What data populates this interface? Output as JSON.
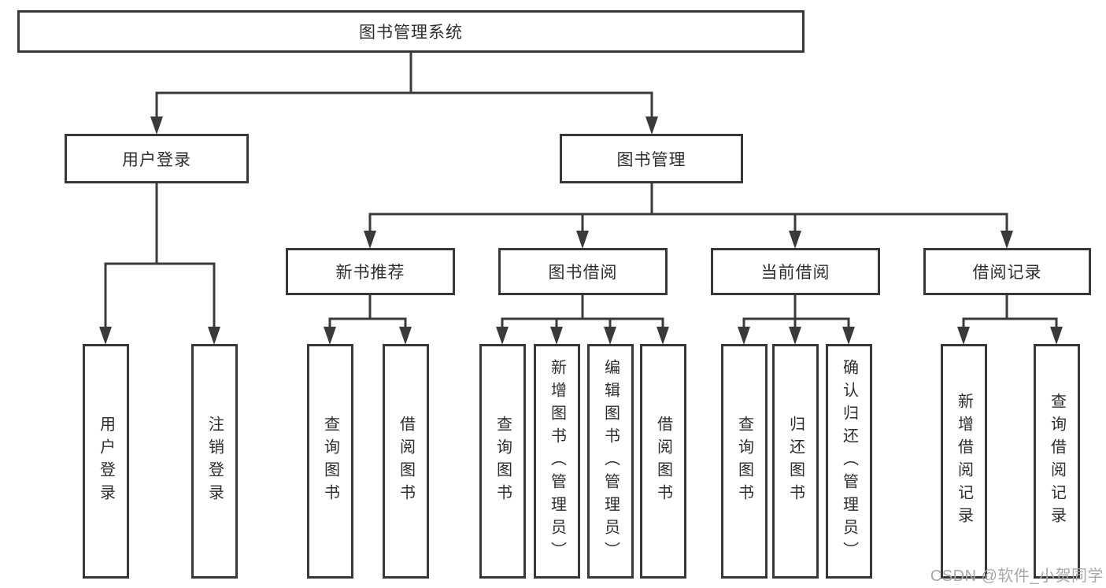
{
  "diagram": {
    "root": {
      "label": "图书管理系统"
    },
    "level2": [
      {
        "id": "user-login",
        "label": "用户登录"
      },
      {
        "id": "book-management",
        "label": "图书管理"
      }
    ],
    "level3": [
      {
        "id": "new-book-recommend",
        "label": "新书推荐"
      },
      {
        "id": "book-borrow",
        "label": "图书借阅"
      },
      {
        "id": "current-borrow",
        "label": "当前借阅"
      },
      {
        "id": "borrow-records",
        "label": "借阅记录"
      }
    ],
    "leaves": [
      {
        "parent": "user-login",
        "label": "用户登录"
      },
      {
        "parent": "user-login",
        "label": "注销登录"
      },
      {
        "parent": "new-book-recommend",
        "label": "查询图书"
      },
      {
        "parent": "new-book-recommend",
        "label": "借阅图书"
      },
      {
        "parent": "book-borrow",
        "label": "查询图书"
      },
      {
        "parent": "book-borrow",
        "label": "新增图书（管理员）"
      },
      {
        "parent": "book-borrow",
        "label": "编辑图书（管理员）"
      },
      {
        "parent": "book-borrow",
        "label": "借阅图书"
      },
      {
        "parent": "current-borrow",
        "label": "查询图书"
      },
      {
        "parent": "current-borrow",
        "label": "归还图书"
      },
      {
        "parent": "current-borrow",
        "label": "确认归还（管理员）"
      },
      {
        "parent": "borrow-records",
        "label": "新增借阅记录"
      },
      {
        "parent": "borrow-records",
        "label": "查询借阅记录"
      }
    ],
    "watermark": "CSDN @软件_小贺同学",
    "colors": {
      "line": "#3a3a3a",
      "box_border": "#383838",
      "text": "#2e2e2e",
      "watermark": "#a8a8a8",
      "background": "#ffffff"
    }
  }
}
